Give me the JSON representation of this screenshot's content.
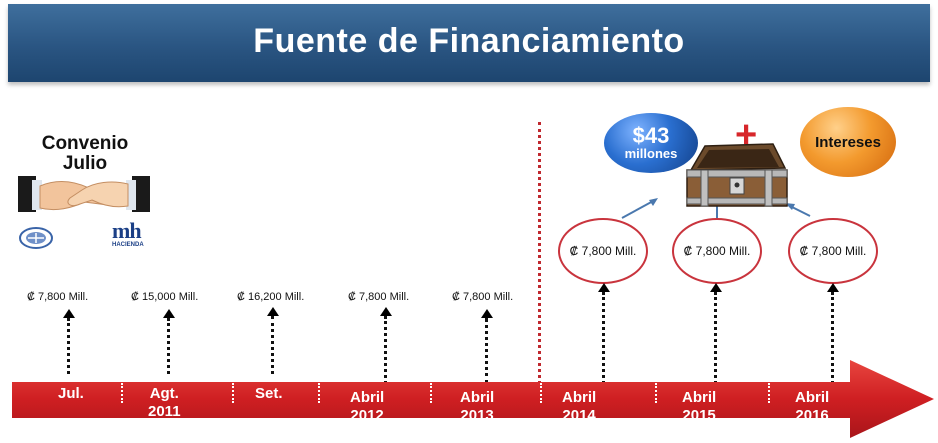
{
  "title": "Fuente de Financiamiento",
  "convenio": {
    "line1": "Convenio",
    "line2": "Julio"
  },
  "logos": {
    "left": "university-seal-icon",
    "right_mark": "mh",
    "right_text": "HACIENDA"
  },
  "amounts": [
    "₡ 7,800 Mill.",
    "₡ 15,000 Mill.",
    "₡ 16,200 Mill.",
    "₡ 7,800 Mill.",
    "₡ 7,800 Mill."
  ],
  "future_amounts": [
    "₡ 7,800 Mill.",
    "₡ 7,800 Mill.",
    "₡ 7,800 Mill."
  ],
  "periods": [
    {
      "line1": "Jul.",
      "line2": ""
    },
    {
      "line1": "Agt.",
      "line2": "2011"
    },
    {
      "line1": "Set.",
      "line2": ""
    },
    {
      "line1": "Abril",
      "line2": "2012"
    },
    {
      "line1": "Abril",
      "line2": "2013"
    },
    {
      "line1": "Abril",
      "line2": "2014"
    },
    {
      "line1": "Abril",
      "line2": "2015"
    },
    {
      "line1": "Abril",
      "line2": "2016"
    }
  ],
  "fund_ball": {
    "amount": "$43",
    "unit": "millones"
  },
  "plus": "+",
  "interest_ball": {
    "label": "Intereses"
  },
  "colors": {
    "title_bar": "#2a5582",
    "timeline": "#d7262a",
    "circle_border": "#c9343d",
    "blue_ball": "#1f5fb3",
    "orange_ball": "#f08a1c"
  }
}
